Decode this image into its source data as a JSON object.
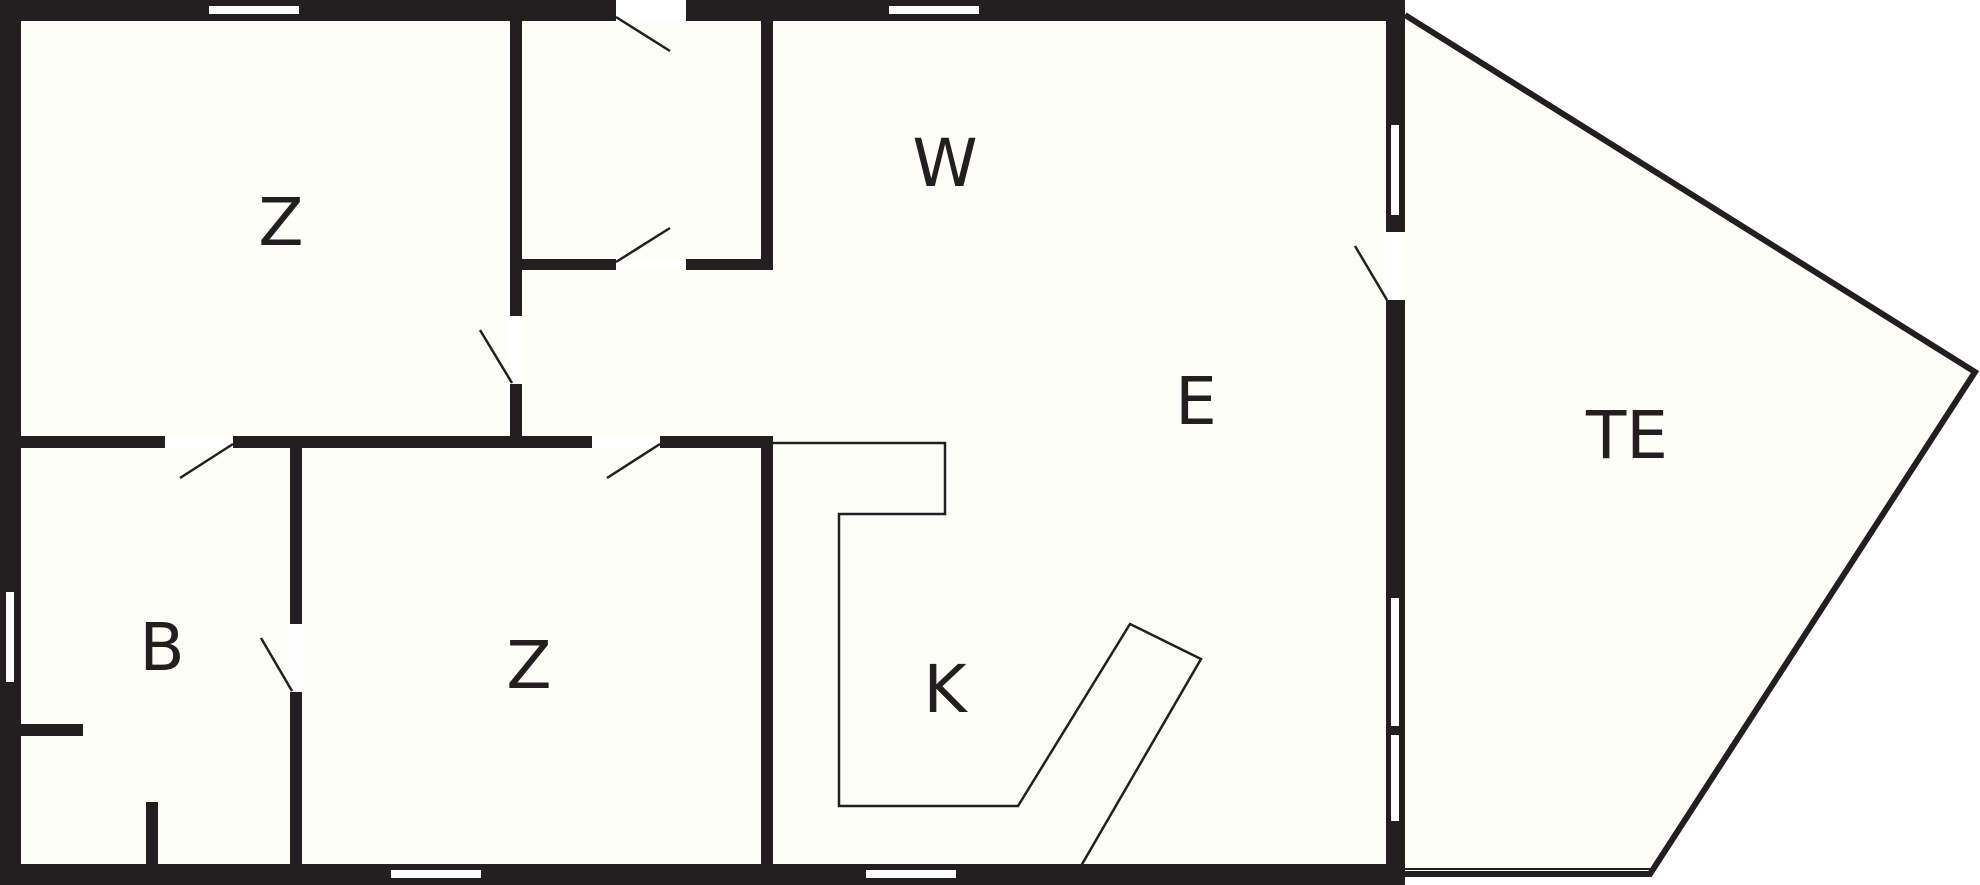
{
  "colors": {
    "wall": "#231f20",
    "floor": "#fdfef8",
    "opening": "#ffffff",
    "background": "#ffffff"
  },
  "rooms": {
    "bedroom_top": {
      "label": "Z"
    },
    "hall_w": {
      "label": "W"
    },
    "living": {
      "label": "E"
    },
    "terrace": {
      "label": "TE"
    },
    "bathroom": {
      "label": "B"
    },
    "bedroom_bottom": {
      "label": "Z"
    },
    "kitchen": {
      "label": "K"
    }
  }
}
